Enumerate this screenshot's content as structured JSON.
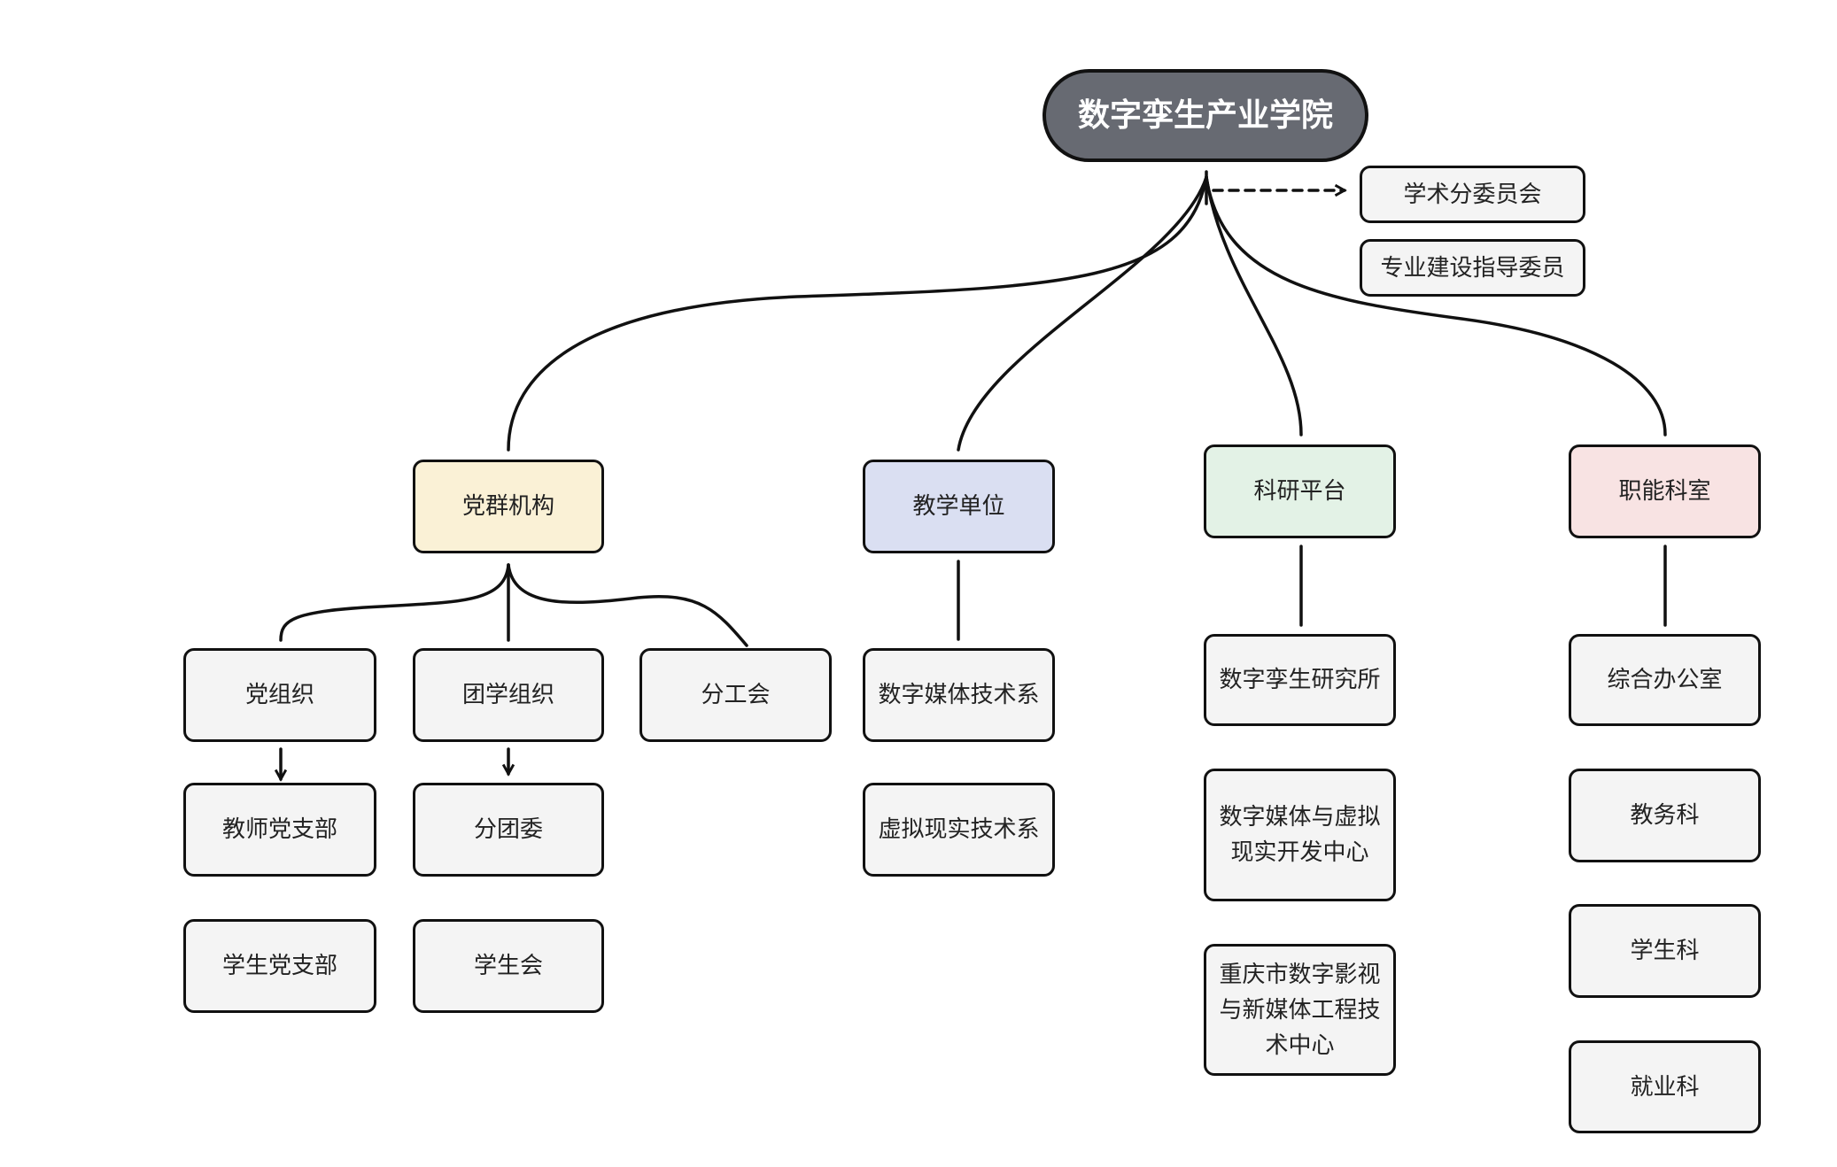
{
  "root": {
    "label": "数字孪生产业学院"
  },
  "side_committees": [
    {
      "label": "学术分委员会"
    },
    {
      "label": "专业建设指导委员"
    }
  ],
  "departments": [
    {
      "label": "党群机构",
      "color": "#faf1d6",
      "children": [
        {
          "label": "党组织",
          "children": [
            {
              "label": "教师党支部"
            },
            {
              "label": "学生党支部"
            }
          ]
        },
        {
          "label": "团学组织",
          "children": [
            {
              "label": "分团委"
            },
            {
              "label": "学生会"
            }
          ]
        },
        {
          "label": "分工会",
          "children": []
        }
      ]
    },
    {
      "label": "教学单位",
      "color": "#dadff2",
      "children": [
        {
          "label": "数字媒体技术系"
        },
        {
          "label": "虚拟现实技术系"
        }
      ]
    },
    {
      "label": "科研平台",
      "color": "#e3f2e6",
      "children": [
        {
          "label": "数字孪生研究所"
        },
        {
          "label": "数字媒体与虚拟现实开发中心"
        },
        {
          "label": "重庆市数字影视与新媒体工程技术中心"
        }
      ]
    },
    {
      "label": "职能科室",
      "color": "#f8e3e3",
      "children": [
        {
          "label": "综合办公室"
        },
        {
          "label": "教务科"
        },
        {
          "label": "学生科"
        },
        {
          "label": "就业科"
        }
      ]
    }
  ]
}
